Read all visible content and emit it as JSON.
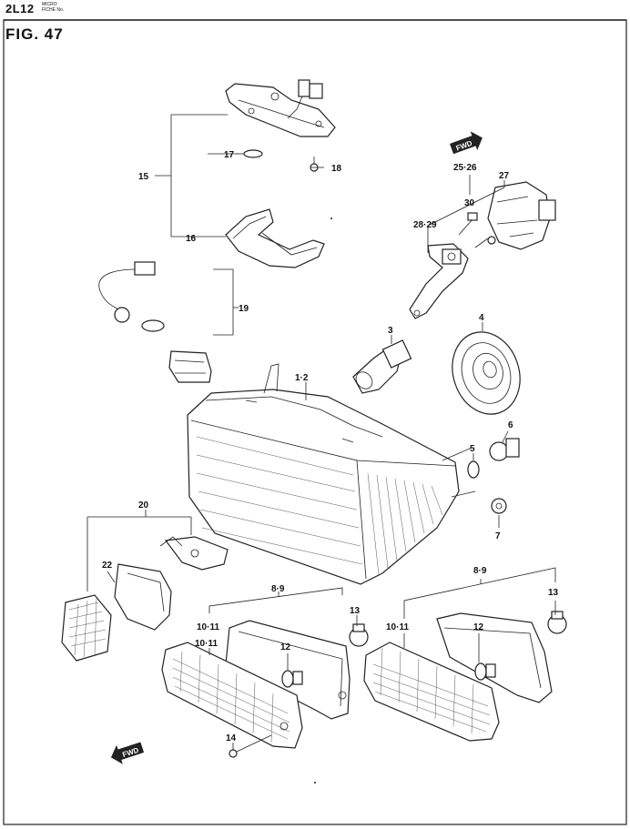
{
  "header": {
    "code": "2L12",
    "micro_line1": "MICRO",
    "micro_line2": "FICHE No.",
    "figure": "FIG.  47"
  },
  "callouts": {
    "p15": "15",
    "p16": "16",
    "p17": "17",
    "p18": "18",
    "p19": "19",
    "p20": "20",
    "p22": "22",
    "p12a": "1·2",
    "p3": "3",
    "p4": "4",
    "p5": "5",
    "p6": "6",
    "p7": "7",
    "p2526": "25·26",
    "p27": "27",
    "p30": "30",
    "p2829": "28·29",
    "p89l": "8·9",
    "p89r": "8·9",
    "p1011l": "10·11",
    "p1011r": "10·11",
    "p12l": "12",
    "p12r": "12",
    "p13l": "13",
    "p13r": "13",
    "p1011lb": "10·11",
    "p14": "14"
  },
  "arrows": {
    "fwd_top": "FWD",
    "fwd_bottom": "FWD"
  }
}
